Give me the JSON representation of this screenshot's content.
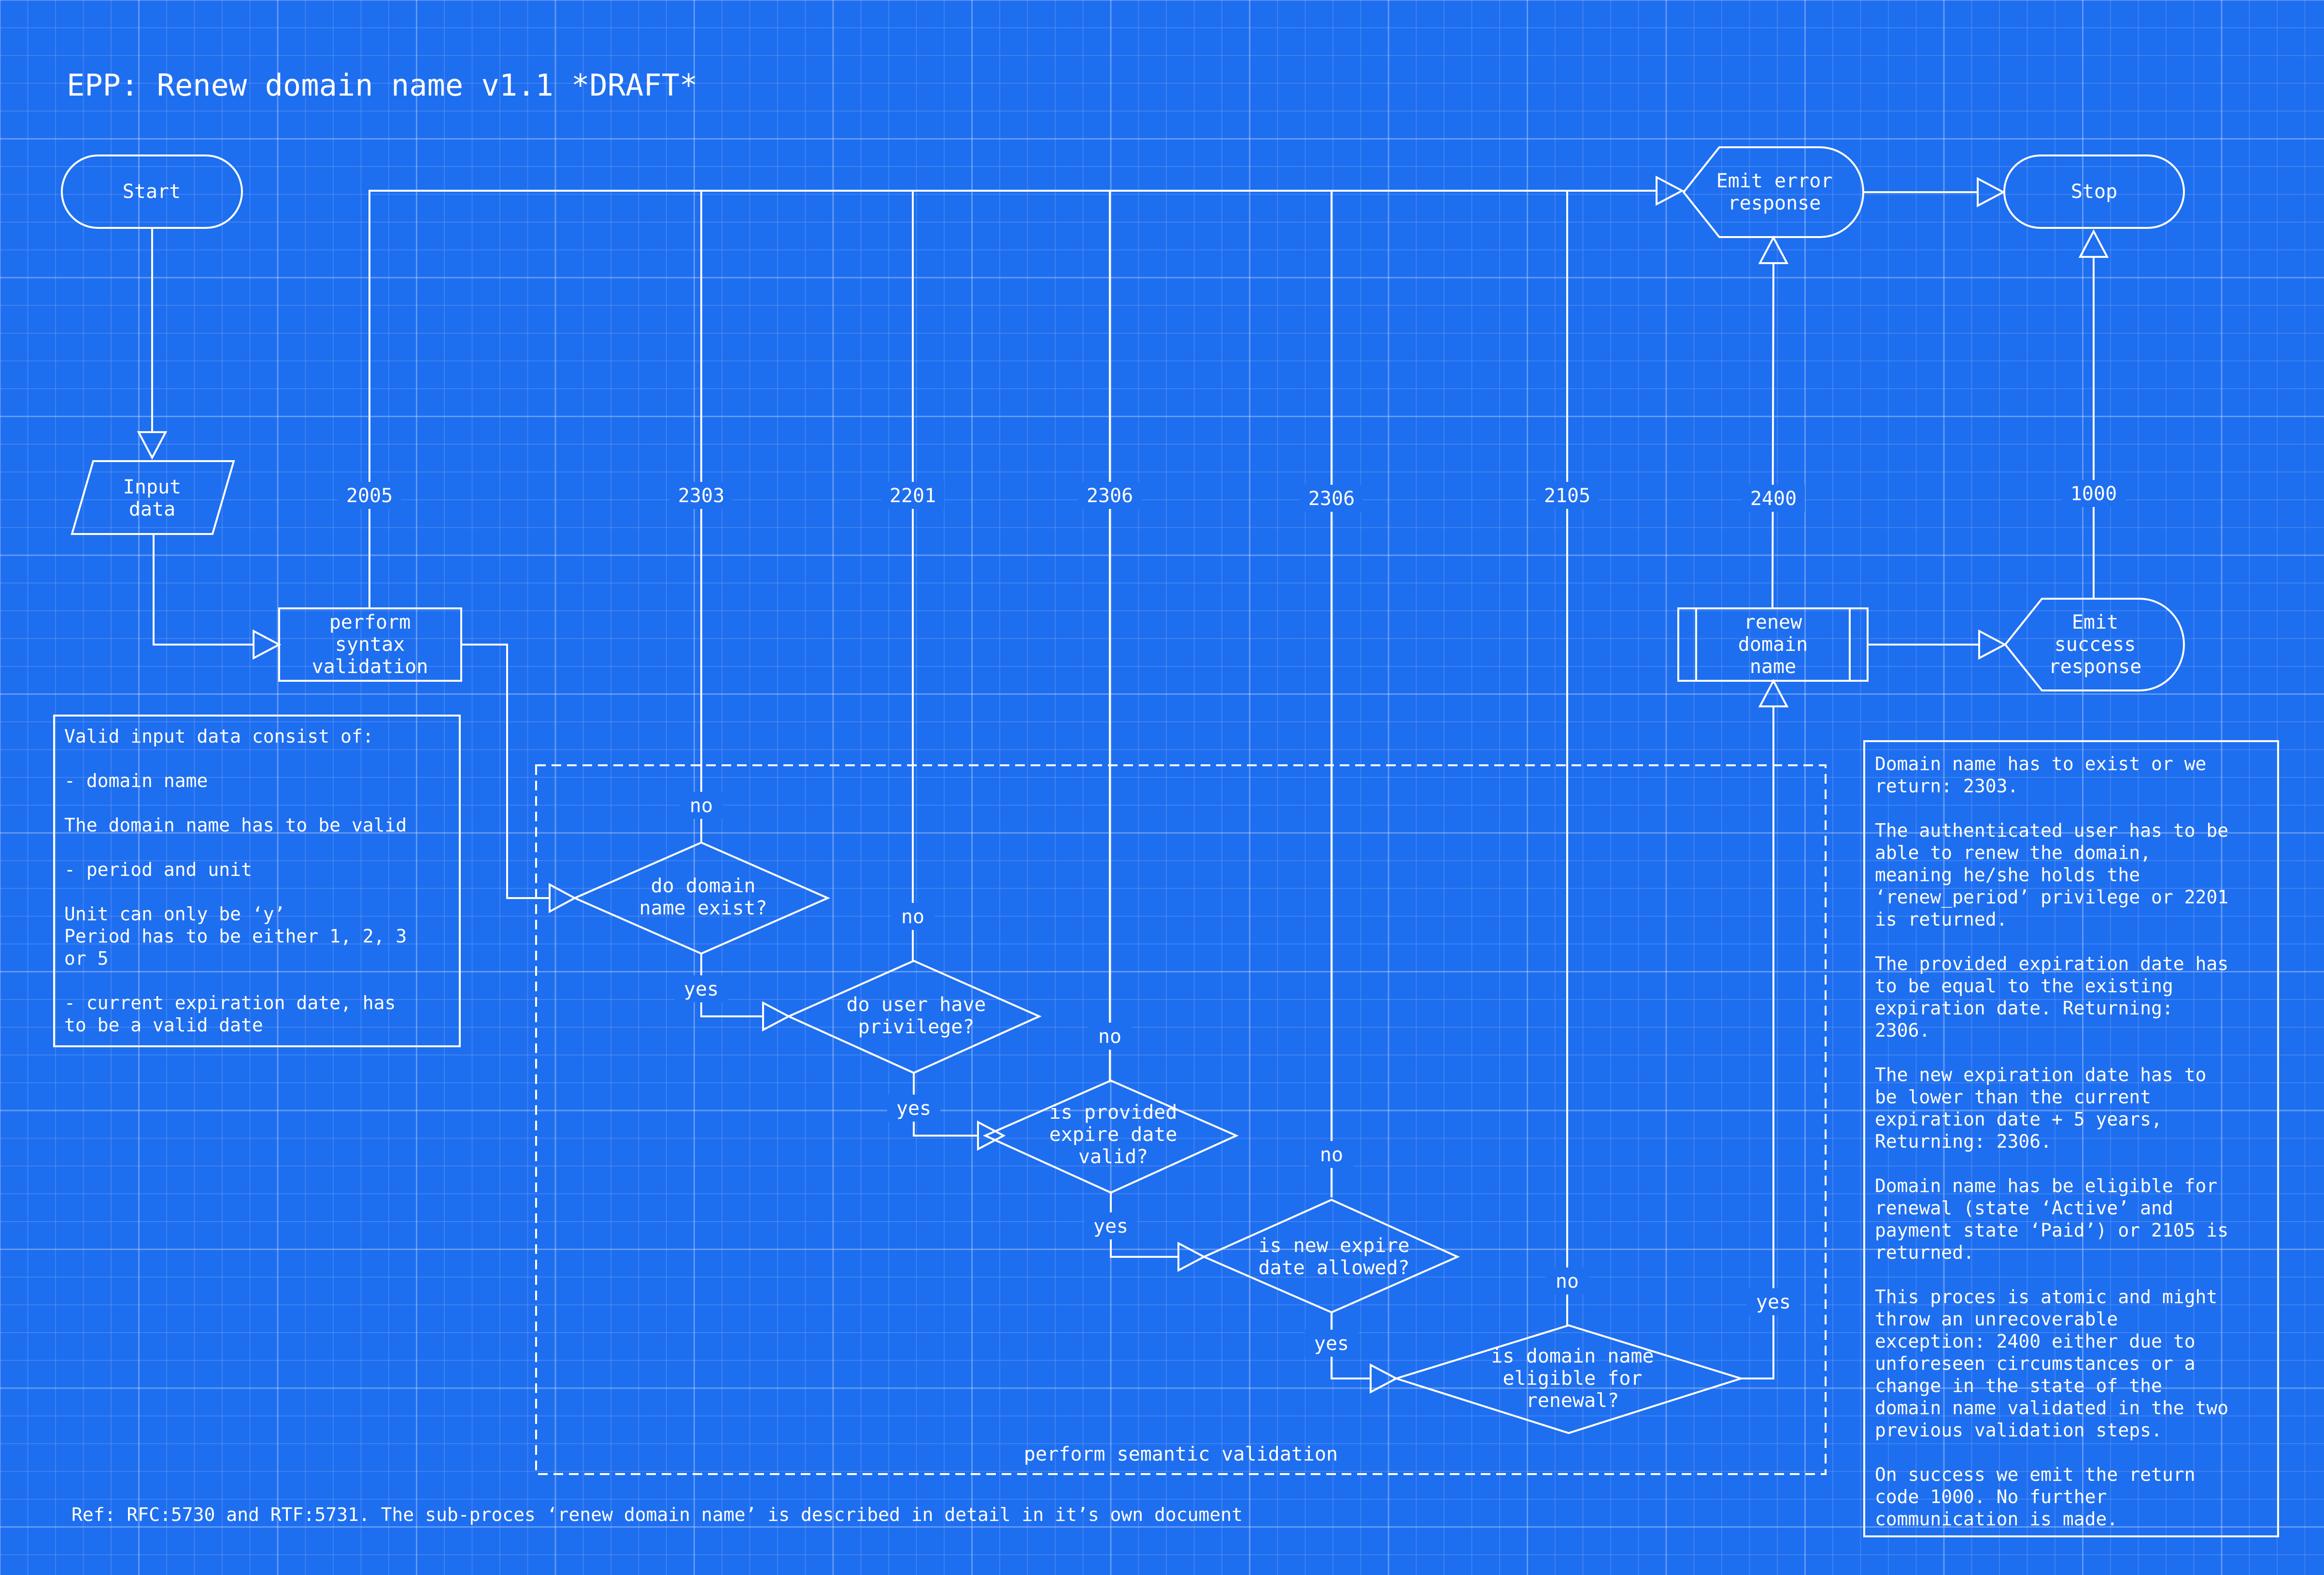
{
  "title": "EPP: Renew domain name v1.1 *DRAFT*",
  "nodes": {
    "start": "Start",
    "input": [
      "Input",
      "data"
    ],
    "syntax": [
      "perform",
      "syntax",
      "validation"
    ],
    "d1": [
      "do domain",
      "name exist?"
    ],
    "d2": [
      "do user have",
      "privilege?"
    ],
    "d3": [
      "is provided",
      "expire date",
      "valid?"
    ],
    "d4": [
      "is new expire",
      "date allowed?"
    ],
    "d5": [
      "is domain name",
      "eligible for",
      "renewal?"
    ],
    "renew": [
      "renew",
      "domain",
      "name"
    ],
    "error": [
      "Emit error",
      "response"
    ],
    "success": [
      "Emit",
      "success",
      "response"
    ],
    "stop": "Stop"
  },
  "codes": {
    "c2005": "2005",
    "c2303": "2303",
    "c2201": "2201",
    "c2306a": "2306",
    "c2306b": "2306",
    "c2105": "2105",
    "c2400": "2400",
    "c1000": "1000"
  },
  "labels": {
    "no1": "no",
    "no2": "no",
    "no3": "no",
    "no4": "no",
    "no5": "no",
    "yes1": "yes",
    "yes2": "yes",
    "yes3": "yes",
    "yes4": "yes",
    "yes5": "yes",
    "semantic": "perform semantic validation"
  },
  "left_note": [
    "Valid input data consist of:",
    "",
    "- domain name",
    "",
    "The domain name has to be valid",
    "",
    "- period and unit",
    "",
    "Unit can only be ‘y’",
    "Period has to be either 1, 2, 3",
    "or 5",
    "",
    "- current expiration date, has",
    "to be a valid date"
  ],
  "right_note": [
    "Domain name has to exist or we",
    "return: 2303.",
    "",
    "The authenticated user has to be",
    "able to renew the domain,",
    "meaning he/she holds the",
    "‘renew_period’ privilege or 2201",
    "is returned.",
    "",
    "The provided expiration date has",
    "to be equal to the existing",
    "expiration date. Returning:",
    "2306.",
    "",
    "The new expiration date has to",
    "be lower than the current",
    "expiration date + 5 years,",
    "Returning: 2306.",
    "",
    "Domain name has be eligible for",
    "renewal (state ‘Active’ and",
    "payment state ‘Paid’) or 2105 is",
    "returned.",
    "",
    "This proces is atomic and might",
    "throw an unrecoverable",
    "exception: 2400 either due to",
    "unforeseen circumstances or a",
    "change in the state of the",
    "domain name validated in the two",
    "previous validation steps.",
    "",
    "On success we emit the return",
    "code 1000. No further",
    "communication is made."
  ],
  "footer": "Ref: RFC:5730 and RTF:5731. The sub-proces ‘renew domain name’ is described in detail in it’s own document"
}
